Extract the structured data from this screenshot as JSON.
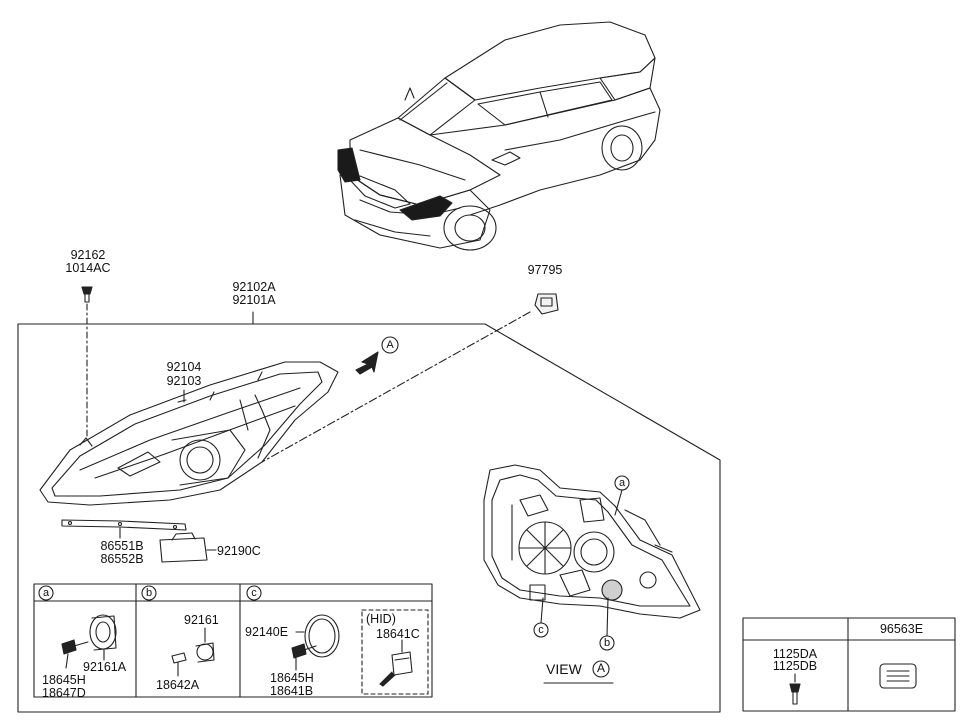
{
  "parts": {
    "clip_screw": [
      "92162",
      "1014AC"
    ],
    "headlamp_assy": [
      "92102A",
      "92101A"
    ],
    "connector": "97795",
    "lens_housing": [
      "92104",
      "92103"
    ],
    "seal": [
      "86551B",
      "86552B"
    ],
    "module": "92190C"
  },
  "view": {
    "arrow_letter": "A",
    "title": "VIEW",
    "title_letter": "A"
  },
  "callouts": {
    "a": "a",
    "b": "b",
    "c": "c"
  },
  "sub_table": {
    "col_a": {
      "key": "a",
      "parts": [
        "92161A",
        "18645H",
        "18647D"
      ]
    },
    "col_b": {
      "key": "b",
      "parts": [
        "92161",
        "18642A"
      ]
    },
    "col_c": {
      "key": "c",
      "parts": [
        "92140E",
        "18645H",
        "18641B"
      ],
      "hid_label": "(HID)",
      "hid_part": "18641C"
    }
  },
  "right_table": {
    "header": "96563E",
    "left_parts": [
      "1125DA",
      "1125DB"
    ]
  },
  "colors": {
    "line": "#222222",
    "dark_part": "#1a1a1a",
    "paper": "#ffffff"
  }
}
